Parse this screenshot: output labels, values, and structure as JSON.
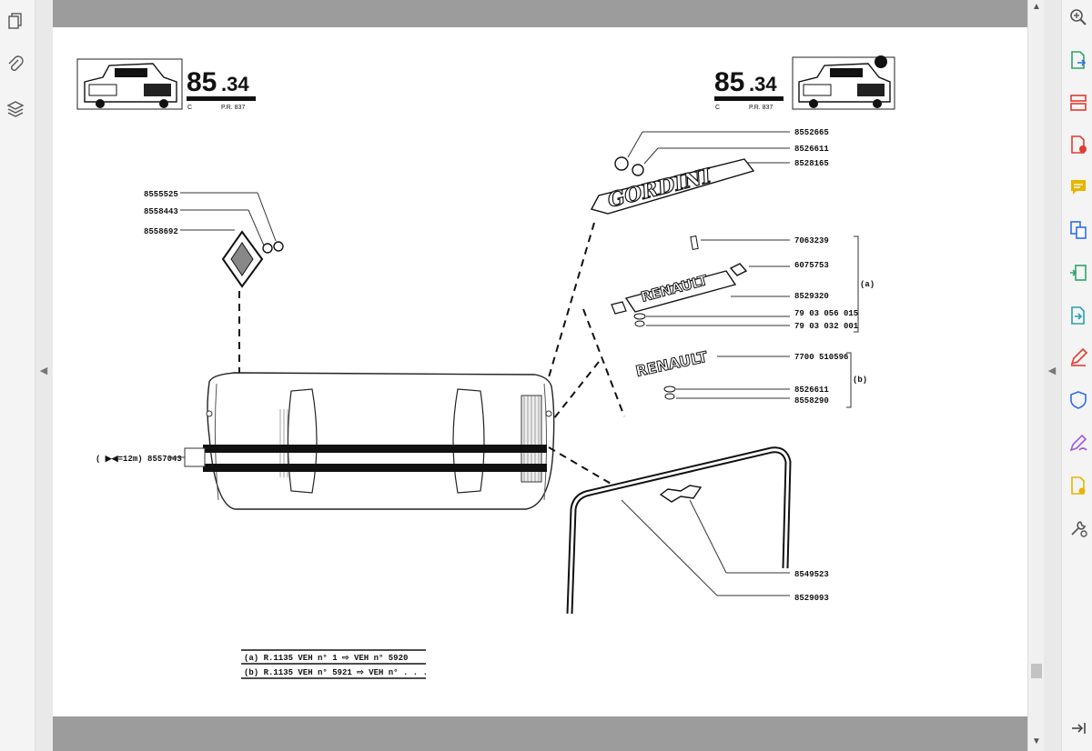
{
  "left_toolbar": {
    "icons": [
      "pages-icon",
      "attachment-icon",
      "layers-icon"
    ]
  },
  "right_toolbar": {
    "icons": [
      "zoom-icon",
      "export-pdf-icon",
      "organize-pages-icon",
      "create-pdf-icon",
      "comment-icon",
      "combine-files-icon",
      "compress-pdf-icon",
      "convert-pdf-icon",
      "edit-pdf-icon",
      "protect-icon",
      "fill-sign-icon",
      "request-signature-icon",
      "more-tools-icon",
      "expand-panel-icon"
    ],
    "accent_colors": {
      "red": "#e23b2f",
      "green": "#2fa36b",
      "blue": "#2d6ee6",
      "yellow": "#e8b400",
      "purple": "#a457d8"
    }
  },
  "document": {
    "header_left": {
      "number_big": "85",
      "number_small": ".34",
      "code": "C",
      "ref": "P.R. 837"
    },
    "header_right": {
      "number_big": "85",
      "number_small": ".34",
      "code": "C",
      "ref": "P.R. 837"
    },
    "parts": {
      "p8552665": "8552665",
      "p8526611a": "8526611",
      "p8528165": "8528165",
      "p7063239": "7063239",
      "p6075753": "6075753",
      "p8529320": "8529320",
      "p7903056015": "79 03 056 015",
      "p7903032001": "79 03 032 001",
      "p7700510596": "7700 510596",
      "p8526611b": "8526611",
      "p8558290": "8558290",
      "p8555525": "8555525",
      "p8558443": "8558443",
      "p8558692": "8558692",
      "p8557043": "( ▶◀=12m) 8557043",
      "p8549523": "8549523",
      "p8529093": "8529093"
    },
    "group_a": "(a)",
    "group_b": "(b)",
    "legend": {
      "row_a": "(a) R.1135 VEH n°      1 ⇨ VEH n° 5920",
      "row_b": "(b) R.1135 VEH n° 5921 ⇨ VEH n° . . ."
    }
  }
}
